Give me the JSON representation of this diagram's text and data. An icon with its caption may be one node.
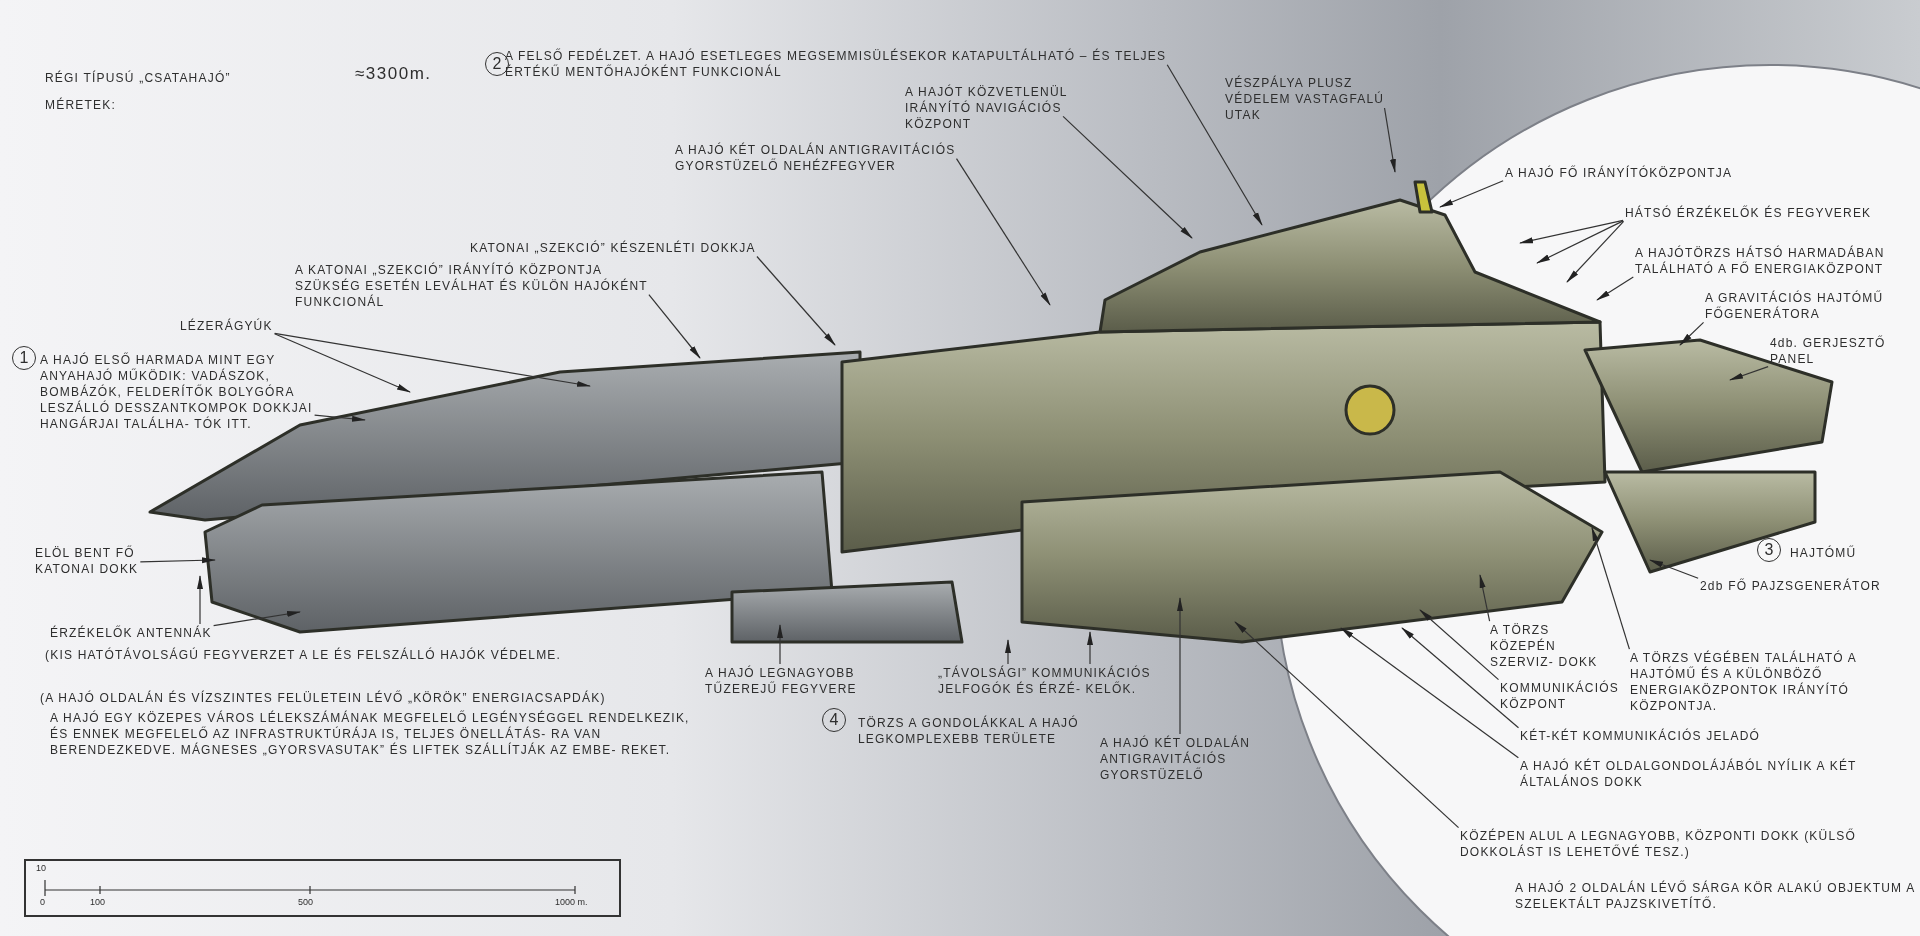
{
  "diagram": {
    "nodes": [
      {
        "text": [
          "A FELSŐ FEDÉLZET. A HAJÓ ESETLEGES MEGSEMMISÜLÉSEKOR KATAPULTÁLHATÓ – ÉS TELJES ÉRTÉKŰ MENTŐHAJÓKÉNT FUNKCIONÁL"
        ]
      },
      {
        "text": [
          "VÉSZPÁLYA PLUSZ VÉDELEM VASTAGFALÚ UTAK"
        ]
      },
      {
        "text": [
          "A HAJÓT KÖZVETLENÜL IRÁNYÍTÓ NAVIGÁCIÓS KÖZPONT"
        ]
      },
      {
        "text": [
          "A HAJÓ KÉT OLDALÁN ANTIGRAVITÁCIÓS GYORSTÜZELŐ NEHÉZFEGYVER"
        ]
      },
      {
        "text": [
          "A HAJÓ FŐ IRÁNYÍTÓKÖZPONTJA"
        ]
      },
      {
        "text": [
          "HÁTSÓ ÉRZÉKELŐK ÉS FEGYVEREK"
        ]
      },
      {
        "text": [
          "KATONAI „SZEKCIÓ” KÉSZENLÉTI DOKKJA"
        ]
      },
      {
        "text": [
          "A HAJÓTÖRZS HÁTSÓ HARMADÁBAN TALÁLHATÓ A FŐ ENERGIAKÖZPONT"
        ]
      },
      {
        "text": [
          "A KATONAI „SZEKCIÓ” IRÁNYÍTÓ KÖZPONTJA SZÜKSÉG ESETÉN LEVÁLHAT ÉS KÜLÖN HAJÓKÉNT FUNKCIONÁL"
        ]
      },
      {
        "text": [
          "A GRAVITÁCIÓS HAJTÓMŰ FŐGENERÁTORA"
        ]
      },
      {
        "text": [
          "LÉZERÁGYÚK"
        ]
      },
      {
        "text": [
          "4db. GERJESZTŐ PANEL"
        ]
      },
      {
        "text": [
          "A HAJÓ ELSŐ HARMADA MINT EGY ANYAHAJÓ MŰKÖDIK: VADÁSZOK, BOMBÁZÓK, FELDERÍTŐK BOLYGÓRA LESZÁLLÓ DESSZANTKOMPOK DOKKJAI HANGÁRJAI TALÁLHA- TÓK ITT."
        ]
      },
      {
        "text": [
          "ELÖL BENT FŐ KATONAI DOKK"
        ]
      },
      {
        "text": [
          "2db FŐ PAJZSGENERÁTOR"
        ]
      },
      {
        "text": [
          "A TÖRZS KÖZEPÉN SZERVIZ- DOKK"
        ]
      },
      {
        "text": [
          "ÉRZÉKELŐK ANTENNÁK"
        ]
      },
      {
        "text": [
          "A TÖRZS VÉGÉBEN TALÁLHATÓ A HAJTÓMŰ ÉS A KÜLÖNBÖZŐ ENERGIAKÖZPONTOK IRÁNYÍTÓ KÖZPONTJA."
        ]
      },
      {
        "text": [
          "KOMMUNIKÁCIÓS KÖZPONT"
        ]
      },
      {
        "text": [
          "A HAJÓ LEGNAGYOBB TŰZEREJŰ FEGYVERE"
        ]
      },
      {
        "text": [
          "„TÁVOLSÁGI” KOMMUNIKÁCIÓS JELFOGÓK ÉS ÉRZÉ- KELŐK."
        ]
      },
      {
        "text": [
          "KÉT-KÉT KOMMUNIKÁCIÓS JELADÓ"
        ]
      },
      {
        "text": [
          "A HAJÓ KÉT OLDALÁN ANTIGRAVITÁCIÓS GYORSTÜZELŐ"
        ]
      },
      {
        "text": [
          "A HAJÓ KÉT OLDALGONDOLÁJÁBÓL NYÍLIK A KÉT ÁLTALÁNOS DOKK"
        ]
      },
      {
        "text": [
          "KÖZÉPEN ALUL A LEGNAGYOBB, KÖZPONTI DOKK (KÜLSŐ DOKKOLÁST IS LEHETŐVÉ TESZ.)"
        ]
      }
    ],
    "edges": [
      {
        "from": 0,
        "to": null,
        "arrow": "to"
      },
      {
        "from": 1,
        "to": null,
        "arrow": "to"
      },
      {
        "from": 2,
        "to": null,
        "arrow": "to"
      },
      {
        "from": 3,
        "to": null,
        "arrow": "to"
      },
      {
        "from": 4,
        "to": null,
        "arrow": "to"
      },
      {
        "from": 5,
        "to": null,
        "arrow": "to"
      },
      {
        "from": 5,
        "to": null,
        "arrow": "to"
      },
      {
        "from": 5,
        "to": null,
        "arrow": "to"
      },
      {
        "from": 6,
        "to": null,
        "arrow": "to"
      },
      {
        "from": 7,
        "to": null,
        "arrow": "to"
      },
      {
        "from": 8,
        "to": null,
        "arrow": "to"
      },
      {
        "from": 9,
        "to": null,
        "arrow": "to"
      },
      {
        "from": 10,
        "to": null,
        "arrow": "to"
      },
      {
        "from": 10,
        "to": null,
        "arrow": "to"
      },
      {
        "from": 11,
        "to": null,
        "arrow": "to"
      },
      {
        "from": 12,
        "to": null,
        "arrow": "to"
      },
      {
        "from": 13,
        "to": null,
        "arrow": "to"
      },
      {
        "from": 14,
        "to": null,
        "arrow": "to"
      },
      {
        "from": 15,
        "to": null,
        "arrow": "to"
      },
      {
        "from": 16,
        "to": null,
        "arrow": "to"
      },
      {
        "from": 16,
        "to": null,
        "arrow": "to"
      },
      {
        "from": 17,
        "to": null,
        "arrow": "to"
      },
      {
        "from": 18,
        "to": null,
        "arrow": "to"
      },
      {
        "from": 19,
        "to": null,
        "arrow": "to"
      },
      {
        "from": 20,
        "to": null,
        "arrow": "to"
      },
      {
        "from": 20,
        "to": null,
        "arrow": "to"
      },
      {
        "from": 21,
        "to": null,
        "arrow": "to"
      },
      {
        "from": 22,
        "to": null,
        "arrow": "to"
      },
      {
        "from": 23,
        "to": null,
        "arrow": "to"
      },
      {
        "from": 24,
        "to": null,
        "arrow": "to"
      }
    ],
    "labels": [
      "RÉGI TÍPUSÚ „CSATAHAJÓ”",
      "≈3300m.",
      "2",
      "MÉRETEK:",
      "1",
      "(KIS HATÓTÁVOLSÁGÚ FEGYVERZET A LE ÉS FELSZÁLLÓ HAJÓK VÉDELME.",
      "(A HAJÓ OLDALÁN ÉS VÍZSZINTES FELÜLETEIN LÉVŐ „KÖRÖK” ENERGIACSAPDÁK)",
      "A HAJÓ EGY KÖZEPES VÁROS LÉLEKSZÁMÁNAK MEGFELELŐ LEGÉNYSÉGGEL RENDELKEZIK, ÉS ENNEK MEGFELELŐ AZ INFRASTRUKTÚRÁJA IS, TELJES ÖNELLÁTÁS- RA VAN BERENDEZKEDVE. MÁGNESES „GYORSVASUTAK” ÉS LIFTEK SZÁLLÍTJÁK AZ EMBE- REKET.",
      "4",
      "TÖRZS A GONDOLÁKKAL A HAJÓ LEGKOMPLEXEBB TERÜLETE",
      "3",
      "HAJTÓMŰ",
      "A HAJÓ 2 OLDALÁN LÉVŐ SÁRGA KÖR ALAKÚ OBJEKTUM A SZELEKTÁLT PAJZSKIVETÍTŐ.",
      "10",
      "0",
      "100",
      "500",
      "1000 m."
    ]
  }
}
